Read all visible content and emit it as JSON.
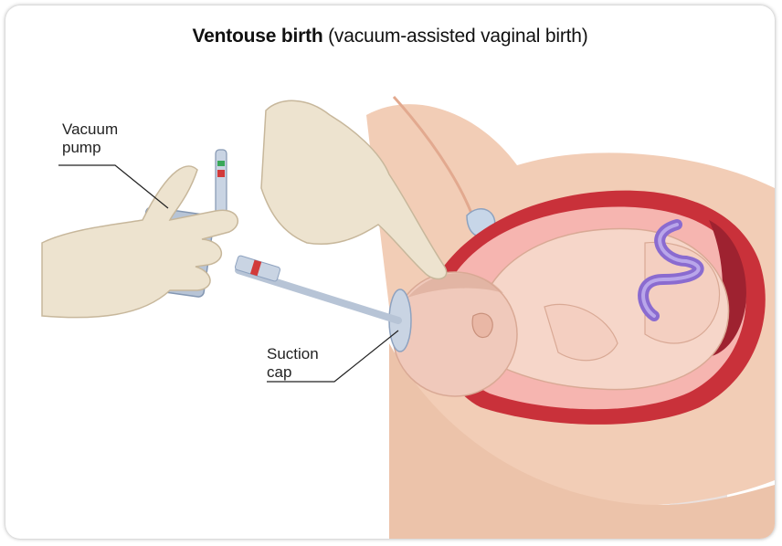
{
  "title": {
    "bold": "Ventouse birth",
    "rest": "(vacuum-assisted vaginal birth)"
  },
  "labels": {
    "vacuum_pump": [
      "Vacuum",
      "pump"
    ],
    "suction_cap": [
      "Suction",
      "cap"
    ]
  },
  "colors": {
    "skin": "#f2cdb6",
    "skin_shadow": "#e2a98f",
    "glove": "#ede3cf",
    "uterus": "#c9313a",
    "uterus_inner": "#f6b5b0",
    "baby": "#f6d6c9",
    "cord": "#8a6bd0",
    "device": "#b7c4d6"
  }
}
